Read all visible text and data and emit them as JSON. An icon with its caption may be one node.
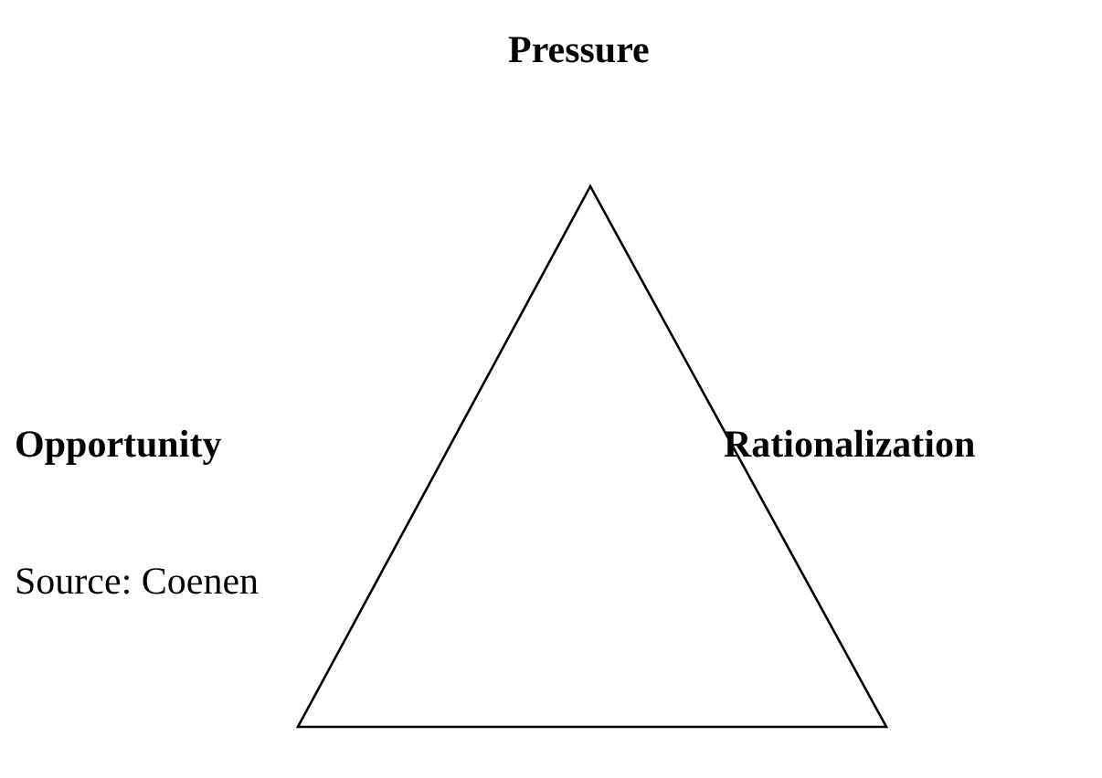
{
  "diagram": {
    "labels": [
      "Pressure",
      "Opportunity",
      "Rationalization",
      "Source: Coenen"
    ]
  }
}
